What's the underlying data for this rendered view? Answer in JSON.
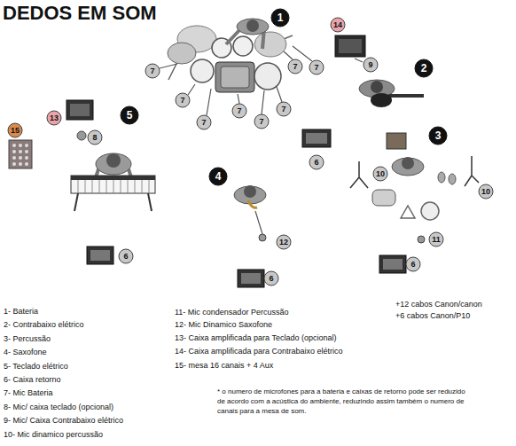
{
  "diagram": {
    "title": "DEDOS EM SOM",
    "labels": [
      "1",
      "14",
      "9",
      "2",
      "7",
      "7",
      "7",
      "7",
      "7",
      "7",
      "7",
      "7",
      "15",
      "13",
      "5",
      "8",
      "3",
      "6",
      "10",
      "4",
      "10",
      "11",
      "12",
      "6",
      "6",
      "6",
      "1- Bateria",
      "2- Contrabaixo elétrico",
      "3- Percussão",
      "4- Saxofone",
      "5- Teclado elétrico",
      "6- Caixa retorno",
      "7- Mic Bateria",
      "8- Mic/ caixa teclado (opcional)",
      "9- Mic/ Caixa Contrabaixo elétrico",
      "10- Mic dinamico percussão",
      "11- Mic condensador Percussão",
      "12- Mic Dinamico Saxofone",
      "13- Caixa amplificada para Teclado (opcional)",
      "14- Caixa amplificada para Contrabaixo elétrico",
      "15- mesa 16 canais + 4 Aux",
      "+12 cabos Canon/canon",
      "+6 cabos Canon/P10",
      "* o numero de microfones para a bateria e caixas de retorno pode ser reduzido de acordo com a acústica do ambiente, reduzindo assim também o numero de canais para a mesa de som."
    ]
  }
}
